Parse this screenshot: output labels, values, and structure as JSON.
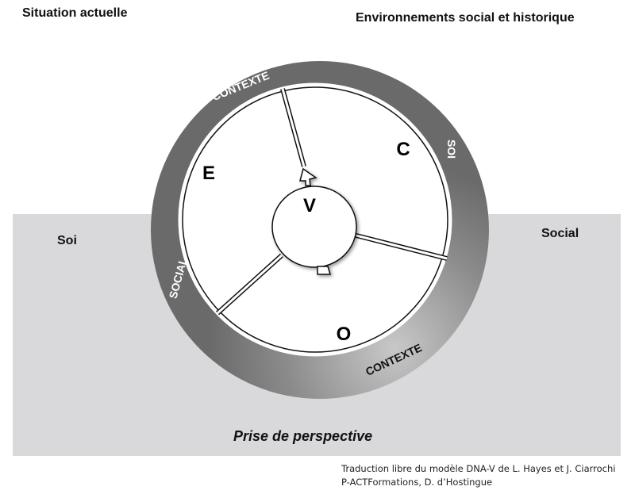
{
  "title_left": "Situation actuelle",
  "title_right": "Environnements social et historique",
  "side_left": "Soi",
  "side_right": "Social",
  "bottom_label": "Prise de perspective",
  "ring": {
    "top": "CONTEXTE",
    "right": "SOI",
    "left": "SOCIAL",
    "bottom": "CONTEXTE"
  },
  "sections": {
    "e": "E",
    "c": "C",
    "o": "O",
    "v": "V"
  },
  "credit": {
    "line1": "Traduction libre du modèle DNA-V de L. Hayes et J. Ciarrochi",
    "line2": "P-ACTFormations, D. d’Hostingue"
  },
  "colors": {
    "band": "#d9d9dc",
    "ring": "#6e6e6e"
  }
}
